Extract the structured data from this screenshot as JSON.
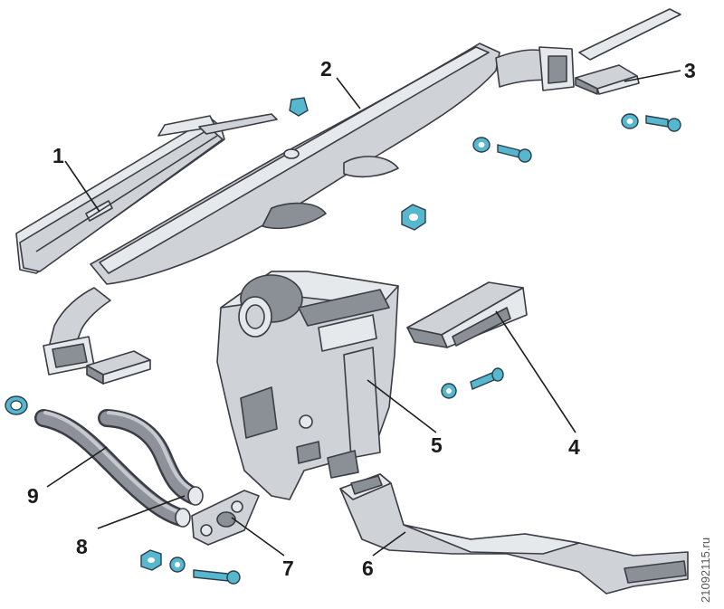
{
  "callouts": [
    {
      "id": "1",
      "label": "1"
    },
    {
      "id": "2",
      "label": "2"
    },
    {
      "id": "3",
      "label": "3"
    },
    {
      "id": "4",
      "label": "4"
    },
    {
      "id": "5",
      "label": "5"
    },
    {
      "id": "6",
      "label": "6"
    },
    {
      "id": "7",
      "label": "7"
    },
    {
      "id": "8",
      "label": "8"
    },
    {
      "id": "9",
      "label": "9"
    }
  ],
  "watermark": "21092115.ru",
  "colors": {
    "part_fill": "#cfd3d8",
    "outline": "#3a3d44",
    "fastener_blue": "#57b7ce"
  }
}
